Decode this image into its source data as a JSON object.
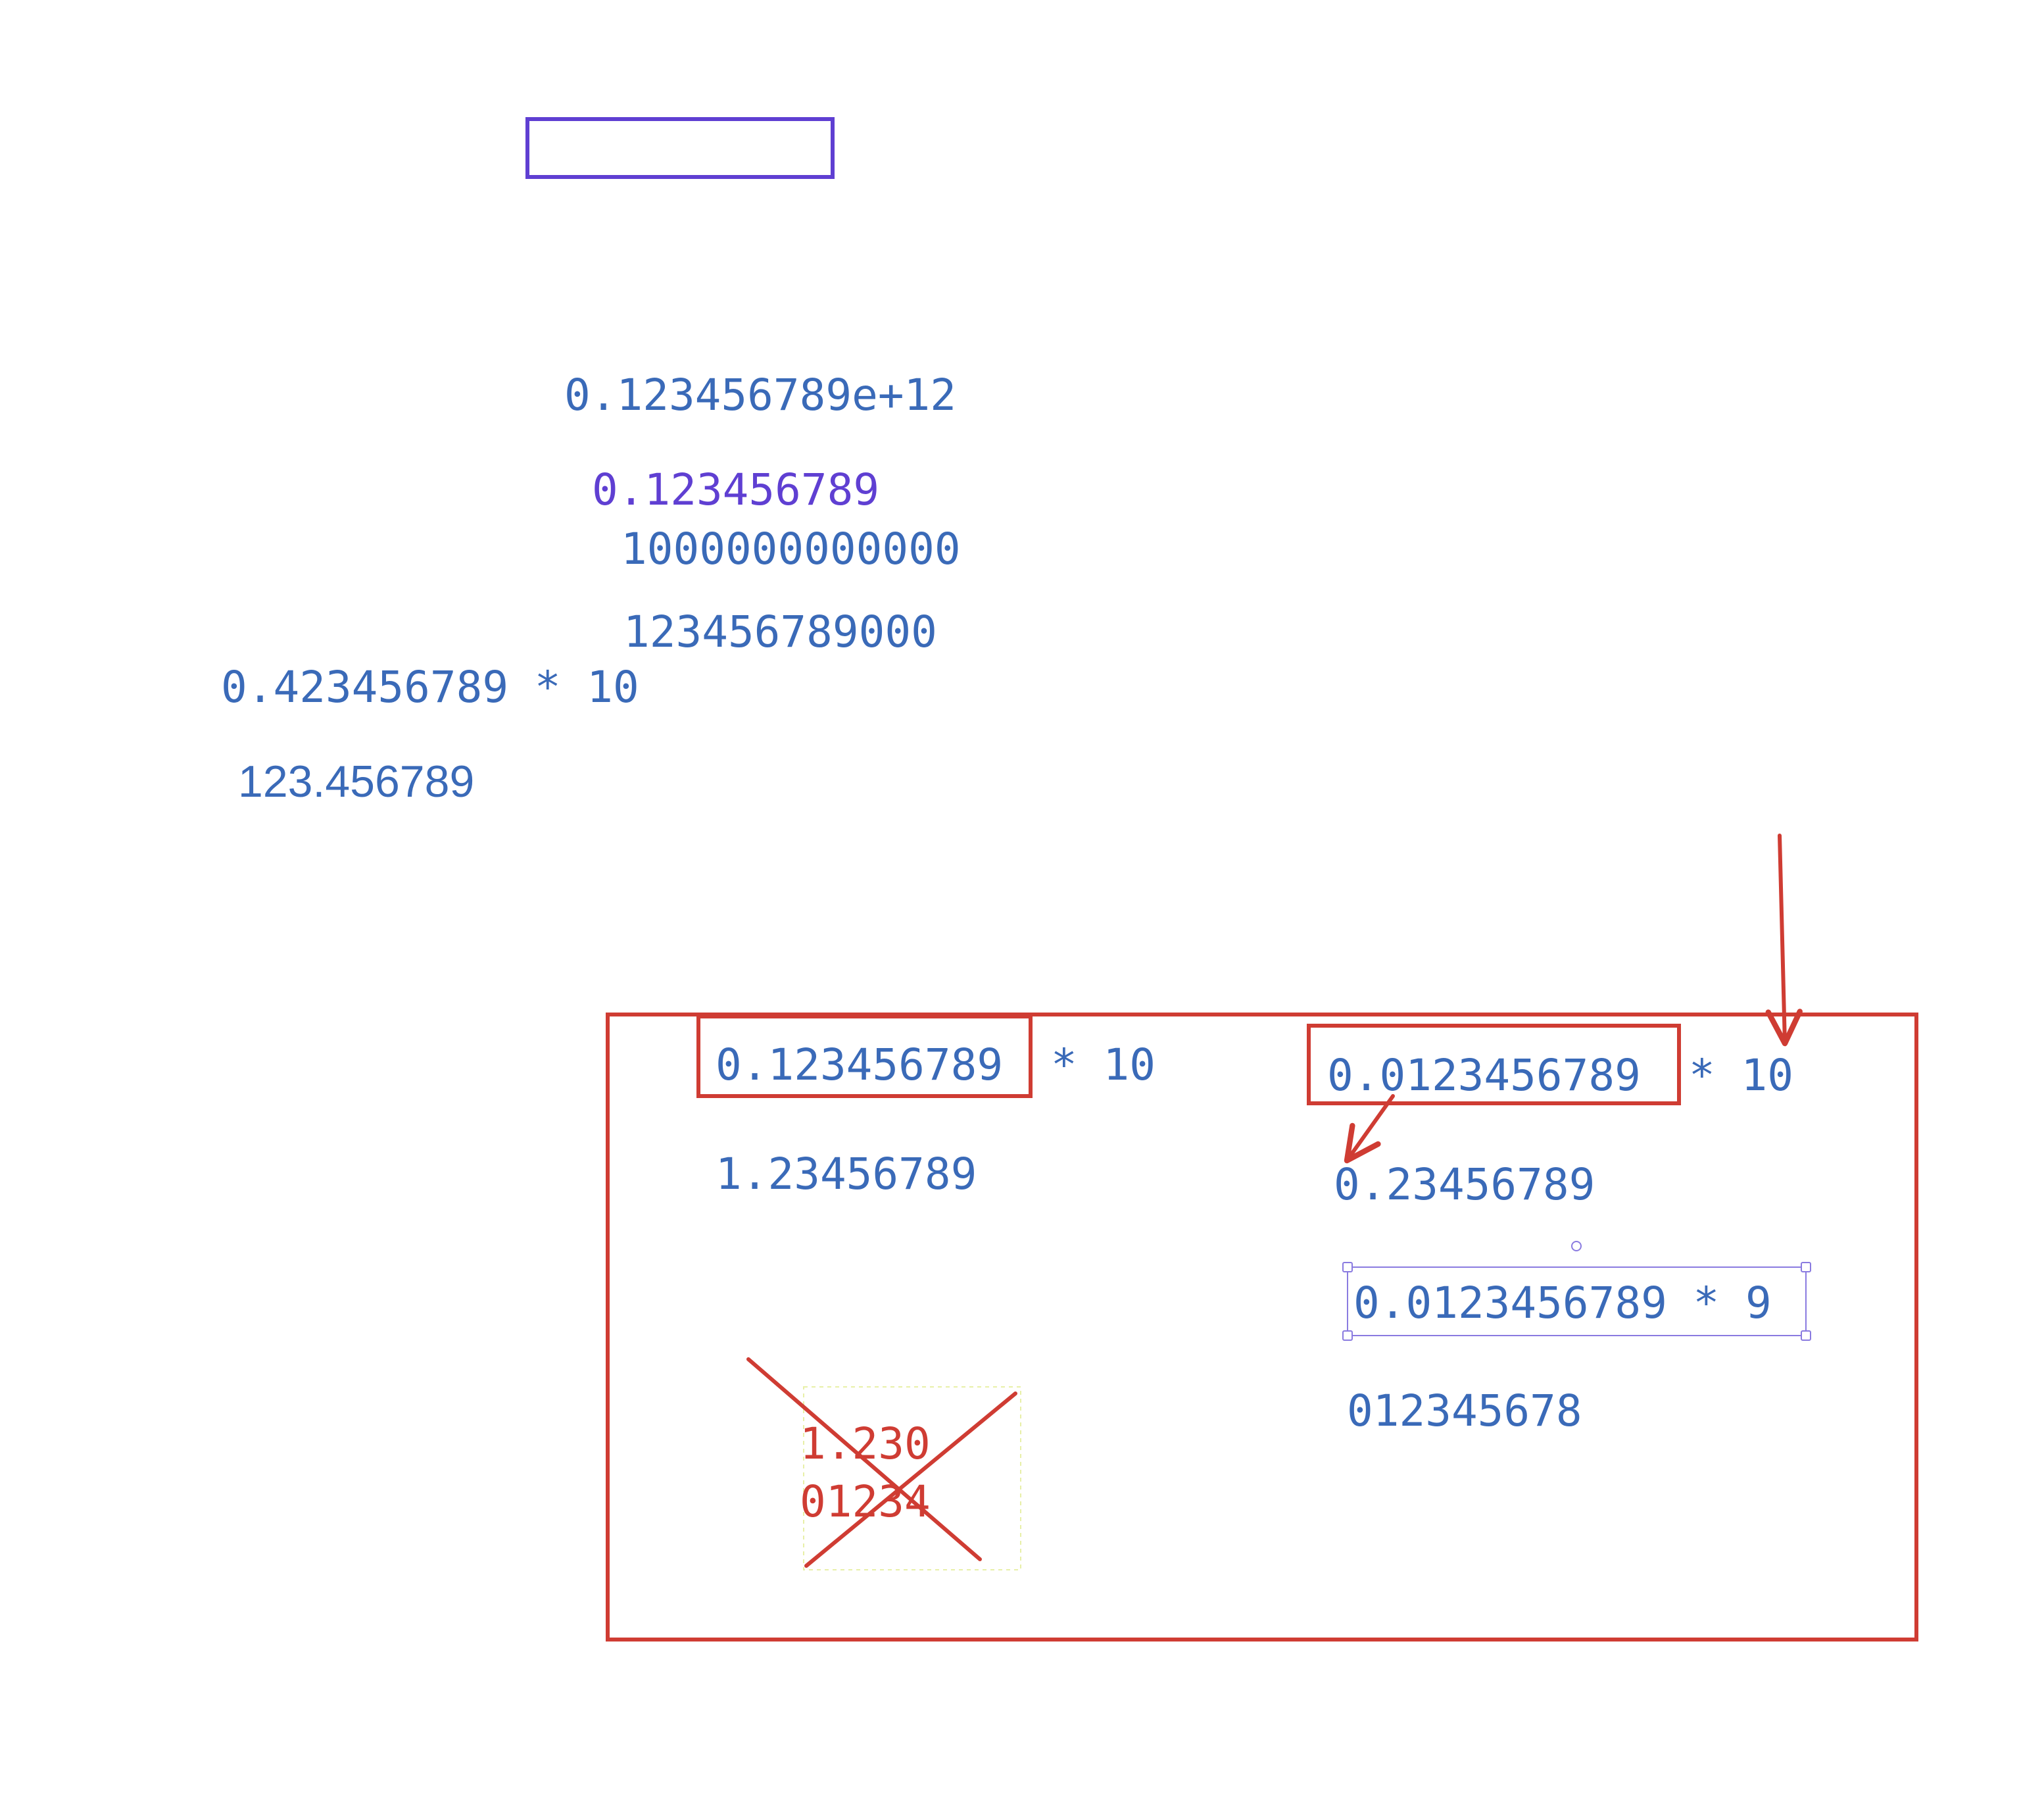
{
  "colors": {
    "blue_text": "#3a6ab8",
    "purple": "#5f3fd2",
    "red": "#cf3c33",
    "selection": "#8a7be0",
    "dashed_outline": "#e8f0a8"
  },
  "top_notes": {
    "scientific": "0.123456789e+12",
    "mantissa": "0.123456789",
    "power": "1000000000000",
    "product": "123456789000",
    "times_ten": "0.423456789 * 10",
    "decimal": "123.456789"
  },
  "frame_left": {
    "expression_value": "0.123456789",
    "expression_op": "* 10",
    "result": "1.23456789",
    "crossed_line1": "1.230",
    "crossed_line2": "01234"
  },
  "frame_right": {
    "expression_value": "0.0123456789",
    "expression_op": "* 10",
    "result": "0.23456789",
    "selected_expression": "0.0123456789 * 9",
    "result2": "012345678"
  }
}
